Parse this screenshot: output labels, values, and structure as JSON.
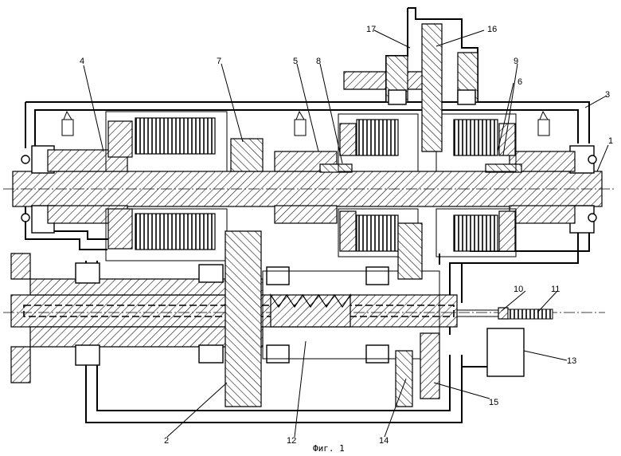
{
  "figure": {
    "caption": "Фиг. 1"
  },
  "labels": [
    {
      "id": "1",
      "text": "1"
    },
    {
      "id": "2",
      "text": "2"
    },
    {
      "id": "3",
      "text": "3"
    },
    {
      "id": "4",
      "text": "4"
    },
    {
      "id": "5",
      "text": "5"
    },
    {
      "id": "6",
      "text": "6"
    },
    {
      "id": "7",
      "text": "7"
    },
    {
      "id": "8",
      "text": "8"
    },
    {
      "id": "9",
      "text": "9"
    },
    {
      "id": "10",
      "text": "10"
    },
    {
      "id": "11",
      "text": "11"
    },
    {
      "id": "12",
      "text": "12"
    },
    {
      "id": "13",
      "text": "13"
    },
    {
      "id": "14",
      "text": "14"
    },
    {
      "id": "15",
      "text": "15"
    },
    {
      "id": "16",
      "text": "16"
    },
    {
      "id": "17",
      "text": "17"
    }
  ]
}
